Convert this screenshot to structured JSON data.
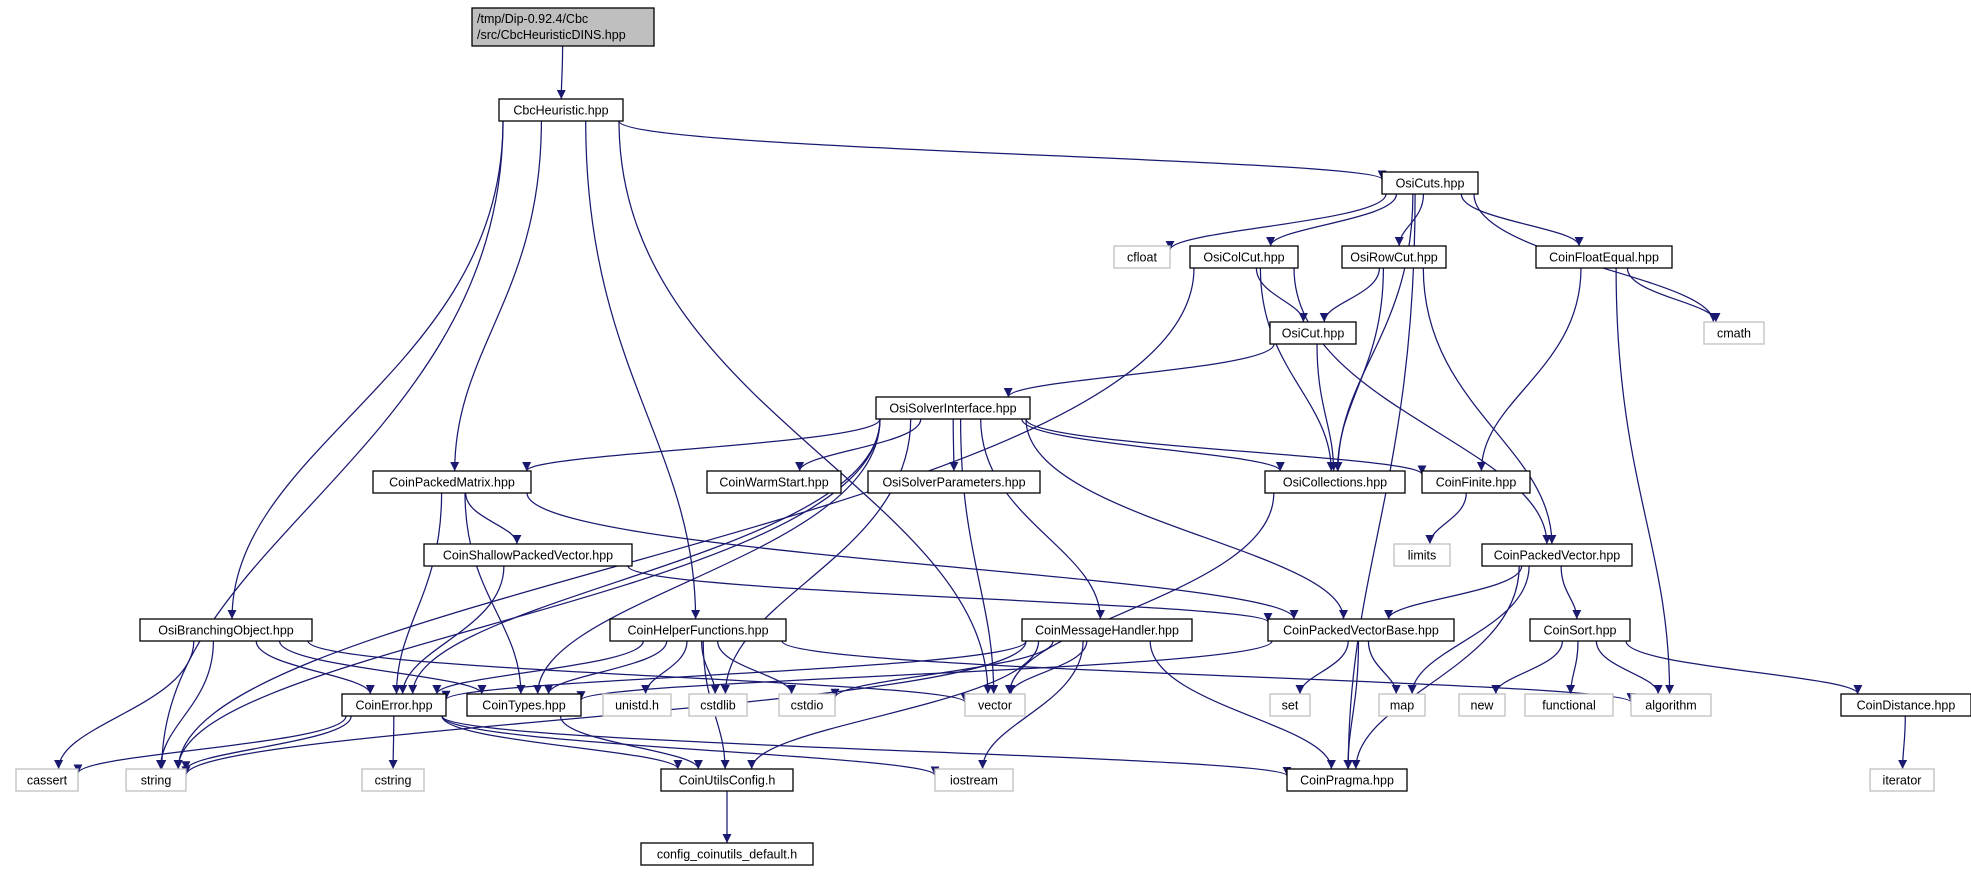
{
  "diagram": {
    "title": "",
    "colors": {
      "edge": "#191970",
      "missing_border": "#bfbfbf",
      "root_fill": "#bfbfbf",
      "border": "#000000"
    },
    "nodes": [
      {
        "id": "root",
        "label_line1": "/tmp/Dip-0.92.4/Cbc",
        "label_line2": "/src/CbcHeuristicDINS.hpp",
        "kind": "root"
      },
      {
        "id": "CbcHeuristic",
        "label": "CbcHeuristic.hpp",
        "kind": "file"
      },
      {
        "id": "OsiCuts",
        "label": "OsiCuts.hpp",
        "kind": "file"
      },
      {
        "id": "cfloat",
        "label": "cfloat",
        "kind": "missing"
      },
      {
        "id": "OsiColCut",
        "label": "OsiColCut.hpp",
        "kind": "file"
      },
      {
        "id": "OsiRowCut",
        "label": "OsiRowCut.hpp",
        "kind": "file"
      },
      {
        "id": "CoinFloatEqual",
        "label": "CoinFloatEqual.hpp",
        "kind": "file"
      },
      {
        "id": "cmath",
        "label": "cmath",
        "kind": "missing"
      },
      {
        "id": "OsiCut",
        "label": "OsiCut.hpp",
        "kind": "file"
      },
      {
        "id": "OsiSolverInterface",
        "label": "OsiSolverInterface.hpp",
        "kind": "file"
      },
      {
        "id": "CoinPackedMatrix",
        "label": "CoinPackedMatrix.hpp",
        "kind": "file"
      },
      {
        "id": "CoinWarmStart",
        "label": "CoinWarmStart.hpp",
        "kind": "file"
      },
      {
        "id": "OsiSolverParameters",
        "label": "OsiSolverParameters.hpp",
        "kind": "file"
      },
      {
        "id": "OsiCollections",
        "label": "OsiCollections.hpp",
        "kind": "file"
      },
      {
        "id": "CoinFinite",
        "label": "CoinFinite.hpp",
        "kind": "file"
      },
      {
        "id": "limits",
        "label": "limits",
        "kind": "missing"
      },
      {
        "id": "CoinShallowPackedVector",
        "label": "CoinShallowPackedVector.hpp",
        "kind": "file"
      },
      {
        "id": "CoinPackedVector",
        "label": "CoinPackedVector.hpp",
        "kind": "file"
      },
      {
        "id": "OsiBranchingObject",
        "label": "OsiBranchingObject.hpp",
        "kind": "file"
      },
      {
        "id": "CoinHelperFunctions",
        "label": "CoinHelperFunctions.hpp",
        "kind": "file"
      },
      {
        "id": "CoinMessageHandler",
        "label": "CoinMessageHandler.hpp",
        "kind": "file"
      },
      {
        "id": "CoinPackedVectorBase",
        "label": "CoinPackedVectorBase.hpp",
        "kind": "file"
      },
      {
        "id": "CoinSort",
        "label": "CoinSort.hpp",
        "kind": "file"
      },
      {
        "id": "CoinError",
        "label": "CoinError.hpp",
        "kind": "file"
      },
      {
        "id": "CoinTypes",
        "label": "CoinTypes.hpp",
        "kind": "file"
      },
      {
        "id": "unistd",
        "label": "unistd.h",
        "kind": "missing"
      },
      {
        "id": "cstdlib",
        "label": "cstdlib",
        "kind": "missing"
      },
      {
        "id": "cstdio",
        "label": "cstdio",
        "kind": "missing"
      },
      {
        "id": "vector",
        "label": "vector",
        "kind": "missing"
      },
      {
        "id": "set",
        "label": "set",
        "kind": "missing"
      },
      {
        "id": "map",
        "label": "map",
        "kind": "missing"
      },
      {
        "id": "new",
        "label": "new",
        "kind": "missing"
      },
      {
        "id": "functional",
        "label": "functional",
        "kind": "missing"
      },
      {
        "id": "algorithm",
        "label": "algorithm",
        "kind": "missing"
      },
      {
        "id": "CoinDistance",
        "label": "CoinDistance.hpp",
        "kind": "file"
      },
      {
        "id": "cassert",
        "label": "cassert",
        "kind": "missing"
      },
      {
        "id": "string",
        "label": "string",
        "kind": "missing"
      },
      {
        "id": "cstring",
        "label": "cstring",
        "kind": "missing"
      },
      {
        "id": "CoinUtilsConfig",
        "label": "CoinUtilsConfig.h",
        "kind": "file"
      },
      {
        "id": "iostream",
        "label": "iostream",
        "kind": "missing"
      },
      {
        "id": "CoinPragma",
        "label": "CoinPragma.hpp",
        "kind": "file"
      },
      {
        "id": "iterator",
        "label": "iterator",
        "kind": "missing"
      },
      {
        "id": "config_coinutils_default",
        "label": "config_coinutils_default.h",
        "kind": "file"
      }
    ],
    "edges": [
      {
        "from": "root",
        "to": "CbcHeuristic"
      },
      {
        "from": "CbcHeuristic",
        "to": "OsiCuts"
      },
      {
        "from": "CbcHeuristic",
        "to": "string"
      },
      {
        "from": "CbcHeuristic",
        "to": "OsiBranchingObject"
      },
      {
        "from": "CbcHeuristic",
        "to": "CoinPackedMatrix"
      },
      {
        "from": "CbcHeuristic",
        "to": "CoinHelperFunctions"
      },
      {
        "from": "CbcHeuristic",
        "to": "vector"
      },
      {
        "from": "OsiCuts",
        "to": "cfloat"
      },
      {
        "from": "OsiCuts",
        "to": "OsiColCut"
      },
      {
        "from": "OsiCuts",
        "to": "OsiRowCut"
      },
      {
        "from": "OsiCuts",
        "to": "CoinFloatEqual"
      },
      {
        "from": "OsiCuts",
        "to": "cmath"
      },
      {
        "from": "OsiCuts",
        "to": "OsiCollections"
      },
      {
        "from": "OsiCuts",
        "to": "CoinPragma"
      },
      {
        "from": "OsiColCut",
        "to": "string"
      },
      {
        "from": "OsiColCut",
        "to": "OsiCut"
      },
      {
        "from": "OsiColCut",
        "to": "OsiCollections"
      },
      {
        "from": "OsiColCut",
        "to": "CoinPackedVector"
      },
      {
        "from": "OsiRowCut",
        "to": "OsiCut"
      },
      {
        "from": "OsiRowCut",
        "to": "OsiCollections"
      },
      {
        "from": "OsiRowCut",
        "to": "CoinPackedVector"
      },
      {
        "from": "CoinFloatEqual",
        "to": "cmath"
      },
      {
        "from": "CoinFloatEqual",
        "to": "CoinFinite"
      },
      {
        "from": "CoinFloatEqual",
        "to": "algorithm"
      },
      {
        "from": "OsiCut",
        "to": "OsiSolverInterface"
      },
      {
        "from": "OsiCut",
        "to": "OsiCollections"
      },
      {
        "from": "OsiSolverInterface",
        "to": "CoinPackedMatrix"
      },
      {
        "from": "OsiSolverInterface",
        "to": "CoinWarmStart"
      },
      {
        "from": "OsiSolverInterface",
        "to": "OsiSolverParameters"
      },
      {
        "from": "OsiSolverInterface",
        "to": "OsiCollections"
      },
      {
        "from": "OsiSolverInterface",
        "to": "CoinFinite"
      },
      {
        "from": "OsiSolverInterface",
        "to": "CoinMessageHandler"
      },
      {
        "from": "OsiSolverInterface",
        "to": "CoinPackedVectorBase"
      },
      {
        "from": "OsiSolverInterface",
        "to": "vector"
      },
      {
        "from": "OsiSolverInterface",
        "to": "CoinTypes"
      },
      {
        "from": "OsiSolverInterface",
        "to": "cstdlib"
      },
      {
        "from": "OsiSolverInterface",
        "to": "CoinError"
      },
      {
        "from": "OsiSolverInterface",
        "to": "string"
      },
      {
        "from": "CoinPackedMatrix",
        "to": "CoinShallowPackedVector"
      },
      {
        "from": "CoinPackedMatrix",
        "to": "CoinPackedVectorBase"
      },
      {
        "from": "CoinPackedMatrix",
        "to": "CoinError"
      },
      {
        "from": "CoinPackedMatrix",
        "to": "CoinTypes"
      },
      {
        "from": "OsiCollections",
        "to": "vector"
      },
      {
        "from": "CoinFinite",
        "to": "limits"
      },
      {
        "from": "CoinShallowPackedVector",
        "to": "CoinPackedVectorBase"
      },
      {
        "from": "CoinShallowPackedVector",
        "to": "CoinError"
      },
      {
        "from": "CoinPackedVector",
        "to": "CoinPackedVectorBase"
      },
      {
        "from": "CoinPackedVector",
        "to": "CoinSort"
      },
      {
        "from": "CoinPackedVector",
        "to": "map"
      },
      {
        "from": "CoinPackedVector",
        "to": "CoinPragma"
      },
      {
        "from": "OsiBranchingObject",
        "to": "cassert"
      },
      {
        "from": "OsiBranchingObject",
        "to": "string"
      },
      {
        "from": "OsiBranchingObject",
        "to": "vector"
      },
      {
        "from": "OsiBranchingObject",
        "to": "CoinError"
      },
      {
        "from": "OsiBranchingObject",
        "to": "CoinTypes"
      },
      {
        "from": "CoinHelperFunctions",
        "to": "CoinError"
      },
      {
        "from": "CoinHelperFunctions",
        "to": "CoinTypes"
      },
      {
        "from": "CoinHelperFunctions",
        "to": "unistd"
      },
      {
        "from": "CoinHelperFunctions",
        "to": "cstdlib"
      },
      {
        "from": "CoinHelperFunctions",
        "to": "cstdio"
      },
      {
        "from": "CoinHelperFunctions",
        "to": "algorithm"
      },
      {
        "from": "CoinHelperFunctions",
        "to": "CoinUtilsConfig"
      },
      {
        "from": "CoinMessageHandler",
        "to": "CoinError"
      },
      {
        "from": "CoinMessageHandler",
        "to": "cstdio"
      },
      {
        "from": "CoinMessageHandler",
        "to": "vector"
      },
      {
        "from": "CoinMessageHandler",
        "to": "string"
      },
      {
        "from": "CoinMessageHandler",
        "to": "CoinUtilsConfig"
      },
      {
        "from": "CoinMessageHandler",
        "to": "iostream"
      },
      {
        "from": "CoinMessageHandler",
        "to": "CoinPragma"
      },
      {
        "from": "CoinPackedVectorBase",
        "to": "set"
      },
      {
        "from": "CoinPackedVectorBase",
        "to": "map"
      },
      {
        "from": "CoinPackedVectorBase",
        "to": "CoinPragma"
      },
      {
        "from": "CoinPackedVectorBase",
        "to": "CoinTypes"
      },
      {
        "from": "CoinSort",
        "to": "new"
      },
      {
        "from": "CoinSort",
        "to": "functional"
      },
      {
        "from": "CoinSort",
        "to": "algorithm"
      },
      {
        "from": "CoinSort",
        "to": "CoinDistance"
      },
      {
        "from": "CoinDistance",
        "to": "iterator"
      },
      {
        "from": "CoinError",
        "to": "cassert"
      },
      {
        "from": "CoinError",
        "to": "string"
      },
      {
        "from": "CoinError",
        "to": "cstring"
      },
      {
        "from": "CoinError",
        "to": "CoinUtilsConfig"
      },
      {
        "from": "CoinError",
        "to": "iostream"
      },
      {
        "from": "CoinError",
        "to": "CoinPragma"
      },
      {
        "from": "CoinTypes",
        "to": "CoinUtilsConfig"
      },
      {
        "from": "CoinUtilsConfig",
        "to": "config_coinutils_default"
      }
    ]
  }
}
